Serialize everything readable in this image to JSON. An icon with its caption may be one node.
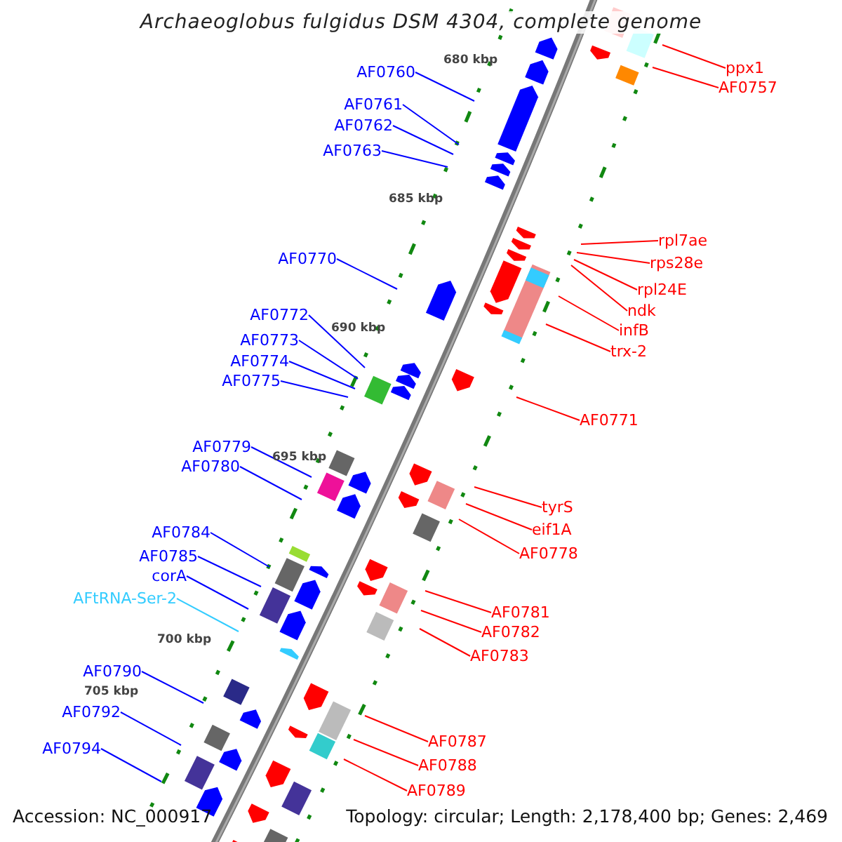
{
  "diagram": {
    "title": "Archaeoglobus fulgidus DSM 4304, complete genome",
    "nodes": [
      {
        "text": [
          "ppx1"
        ]
      },
      {
        "text": [
          "AF0760"
        ]
      },
      {
        "text": [
          "AF0757"
        ]
      },
      {
        "text": [
          "AF0761"
        ]
      },
      {
        "text": [
          "AF0762"
        ]
      },
      {
        "text": [
          "AF0763"
        ]
      },
      {
        "text": [
          "rpl7ae"
        ]
      },
      {
        "text": [
          "AF0770"
        ]
      },
      {
        "text": [
          "rps28e"
        ]
      },
      {
        "text": [
          "rpl24E"
        ]
      },
      {
        "text": [
          "ndk"
        ]
      },
      {
        "text": [
          "AF0772"
        ]
      },
      {
        "text": [
          "infB"
        ]
      },
      {
        "text": [
          "AF0773"
        ]
      },
      {
        "text": [
          "trx-2"
        ]
      },
      {
        "text": [
          "AF0774"
        ]
      },
      {
        "text": [
          "AF0775"
        ]
      },
      {
        "text": [
          "AF0771"
        ]
      },
      {
        "text": [
          "AF0779"
        ]
      },
      {
        "text": [
          "AF0780"
        ]
      },
      {
        "text": [
          "tyrS"
        ]
      },
      {
        "text": [
          "eif1A"
        ]
      },
      {
        "text": [
          "AF0784"
        ]
      },
      {
        "text": [
          "AF0778"
        ]
      },
      {
        "text": [
          "AF0785"
        ]
      },
      {
        "text": [
          "corA"
        ]
      },
      {
        "text": [
          "AFtRNA-Ser-2"
        ]
      },
      {
        "text": [
          "AF0781"
        ]
      },
      {
        "text": [
          "AF0782"
        ]
      },
      {
        "text": [
          "AF0783"
        ]
      },
      {
        "text": [
          "AF0790"
        ]
      },
      {
        "text": [
          "AF0792"
        ]
      },
      {
        "text": [
          "AF0787"
        ]
      },
      {
        "text": [
          "AF0794"
        ]
      },
      {
        "text": [
          "AF0788"
        ]
      },
      {
        "text": [
          "AF0789"
        ]
      }
    ],
    "edges": [
      {
        "from": 0,
        "to": null,
        "arrow": "none",
        "color": "#ff0000"
      },
      {
        "from": 1,
        "to": null,
        "arrow": "none",
        "color": "#0000ff"
      },
      {
        "from": 2,
        "to": null,
        "arrow": "none",
        "color": "#ff0000"
      },
      {
        "from": 3,
        "to": null,
        "arrow": "none",
        "color": "#0000ff"
      },
      {
        "from": 4,
        "to": null,
        "arrow": "none",
        "color": "#0000ff"
      },
      {
        "from": 5,
        "to": null,
        "arrow": "none",
        "color": "#0000ff"
      },
      {
        "from": 6,
        "to": null,
        "arrow": "none",
        "color": "#ff0000"
      },
      {
        "from": 7,
        "to": null,
        "arrow": "none",
        "color": "#0000ff"
      },
      {
        "from": 8,
        "to": null,
        "arrow": "none",
        "color": "#ff0000"
      },
      {
        "from": 9,
        "to": null,
        "arrow": "none",
        "color": "#ff0000"
      },
      {
        "from": 10,
        "to": null,
        "arrow": "none",
        "color": "#ff0000"
      },
      {
        "from": 11,
        "to": null,
        "arrow": "none",
        "color": "#0000ff"
      },
      {
        "from": 12,
        "to": null,
        "arrow": "none",
        "color": "#ff0000"
      },
      {
        "from": 13,
        "to": null,
        "arrow": "none",
        "color": "#0000ff"
      },
      {
        "from": 14,
        "to": null,
        "arrow": "none",
        "color": "#ff0000"
      },
      {
        "from": 15,
        "to": null,
        "arrow": "none",
        "color": "#0000ff"
      },
      {
        "from": 16,
        "to": null,
        "arrow": "none",
        "color": "#0000ff"
      },
      {
        "from": 17,
        "to": null,
        "arrow": "none",
        "color": "#ff0000"
      },
      {
        "from": 18,
        "to": null,
        "arrow": "none",
        "color": "#0000ff"
      },
      {
        "from": 19,
        "to": null,
        "arrow": "none",
        "color": "#0000ff"
      },
      {
        "from": 20,
        "to": null,
        "arrow": "none",
        "color": "#ff0000"
      },
      {
        "from": 21,
        "to": null,
        "arrow": "none",
        "color": "#ff0000"
      },
      {
        "from": 22,
        "to": null,
        "arrow": "none",
        "color": "#0000ff"
      },
      {
        "from": 23,
        "to": null,
        "arrow": "none",
        "color": "#ff0000"
      },
      {
        "from": 24,
        "to": null,
        "arrow": "none",
        "color": "#0000ff"
      },
      {
        "from": 25,
        "to": null,
        "arrow": "none",
        "color": "#0000ff"
      },
      {
        "from": 26,
        "to": null,
        "arrow": "none",
        "color": "#33ccff"
      },
      {
        "from": 27,
        "to": null,
        "arrow": "none",
        "color": "#ff0000"
      },
      {
        "from": 28,
        "to": null,
        "arrow": "none",
        "color": "#ff0000"
      },
      {
        "from": 29,
        "to": null,
        "arrow": "none",
        "color": "#ff0000"
      },
      {
        "from": 30,
        "to": null,
        "arrow": "none",
        "color": "#0000ff"
      },
      {
        "from": 31,
        "to": null,
        "arrow": "none",
        "color": "#0000ff"
      },
      {
        "from": 32,
        "to": null,
        "arrow": "none",
        "color": "#ff0000"
      },
      {
        "from": 33,
        "to": null,
        "arrow": "none",
        "color": "#0000ff"
      },
      {
        "from": 34,
        "to": null,
        "arrow": "none",
        "color": "#ff0000"
      },
      {
        "from": 35,
        "to": null,
        "arrow": "none",
        "color": "#ff0000"
      }
    ],
    "labels": [
      "680 kbp",
      "685 kbp",
      "690 kbp",
      "695 kbp",
      "700 kbp",
      "705 kbp",
      "Accession: NC_000917",
      "Topology: circular; Length: 2,178,400 bp; Genes: 2,469"
    ]
  }
}
